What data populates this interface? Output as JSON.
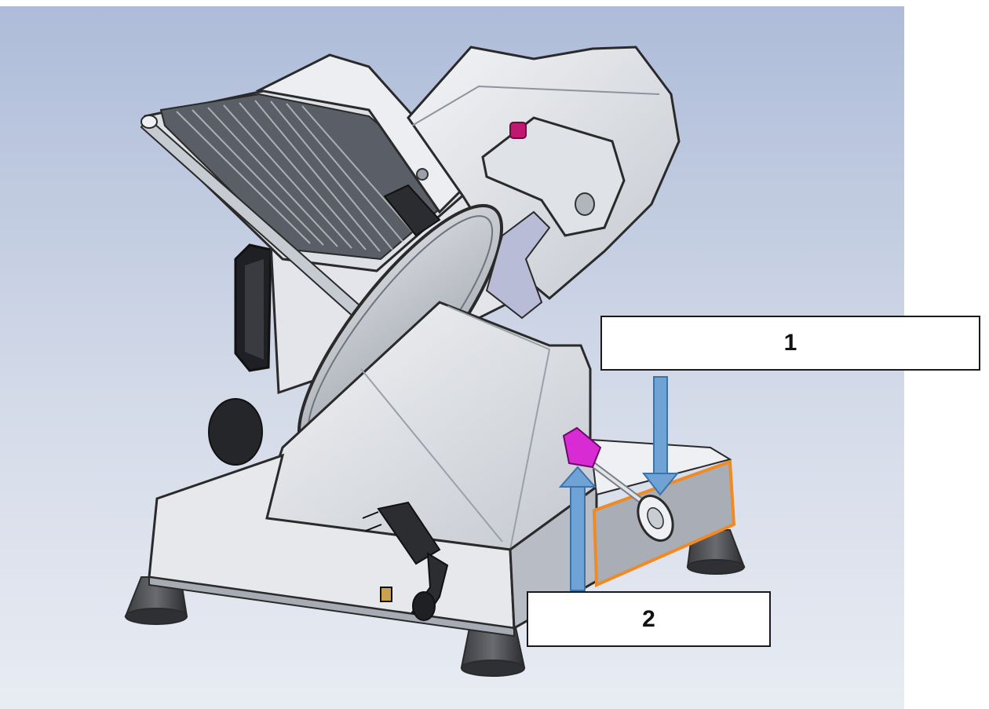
{
  "diagram": {
    "labels": [
      {
        "id": "1",
        "text": "1"
      },
      {
        "id": "2",
        "text": "2"
      }
    ],
    "colors": {
      "background_top": "#aebcd9",
      "background_mid": "#d3dae8",
      "background_bottom": "#e8ecf3",
      "metal_light": "#e9ebef",
      "metal_mid": "#c8ccd3",
      "metal_dark": "#8e939c",
      "outline": "#2a2a2a",
      "arrow": "#6fa3d6",
      "arrow_edge": "#3f73a8",
      "knob": "#d92bd3",
      "highlight_frame": "#f08a24",
      "rubber": "#2e2f33"
    },
    "icons": [
      "meat-slicer-illustration",
      "down-arrow-icon",
      "up-arrow-icon",
      "power-plug-icon"
    ]
  }
}
